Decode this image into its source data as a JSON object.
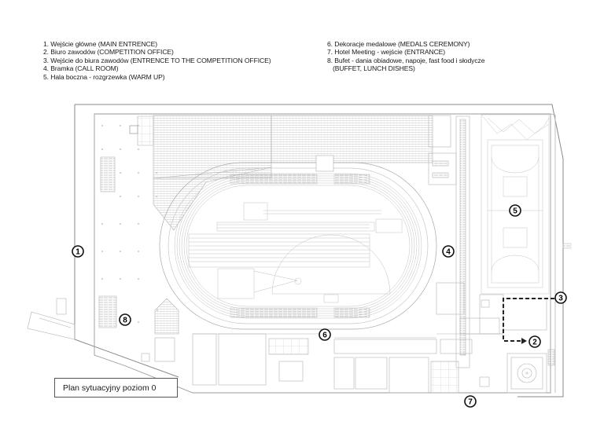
{
  "legend": {
    "left": [
      {
        "num": "1",
        "text": "1. Wejście główne (MAIN ENTRENCE)"
      },
      {
        "num": "2",
        "text": "2. Biuro zawodów (COMPETITION OFFICE)"
      },
      {
        "num": "3",
        "text": "3. Wejście do biura zawodów (ENTRENCE TO THE COMPETITION OFFICE)"
      },
      {
        "num": "4",
        "text": "4. Bramka (CALL ROOM)"
      },
      {
        "num": "5",
        "text": "5. Hala boczna - rozgrzewka (WARM UP)"
      }
    ],
    "right": [
      {
        "num": "6",
        "text": "6. Dekoracje medalowe (MEDALS CEREMONY)"
      },
      {
        "num": "7",
        "text": "7. Hotel Meeting - wejście (ENTRANCE)"
      },
      {
        "num": "8",
        "text": "8. Bufet - dania obiadowe, napoje, fast food i słodycze",
        "continuation": "(BUFFET, LUNCH DISHES)"
      }
    ]
  },
  "markers": [
    {
      "label": "1",
      "meaning": "main-entrance"
    },
    {
      "label": "2",
      "meaning": "competition-office"
    },
    {
      "label": "3",
      "meaning": "competition-office-entrance"
    },
    {
      "label": "4",
      "meaning": "call-room"
    },
    {
      "label": "5",
      "meaning": "warm-up"
    },
    {
      "label": "6",
      "meaning": "medals-ceremony"
    },
    {
      "label": "7",
      "meaning": "hotel-meeting-entrance"
    },
    {
      "label": "8",
      "meaning": "buffet"
    }
  ],
  "plan_title": "Plan sytuacyjny poziom 0",
  "colors": {
    "line": "#8a8a8a",
    "fine_line": "#c4c4c4",
    "hatch": "#d8d8d8",
    "marker": "#111111",
    "route": "#222222"
  }
}
